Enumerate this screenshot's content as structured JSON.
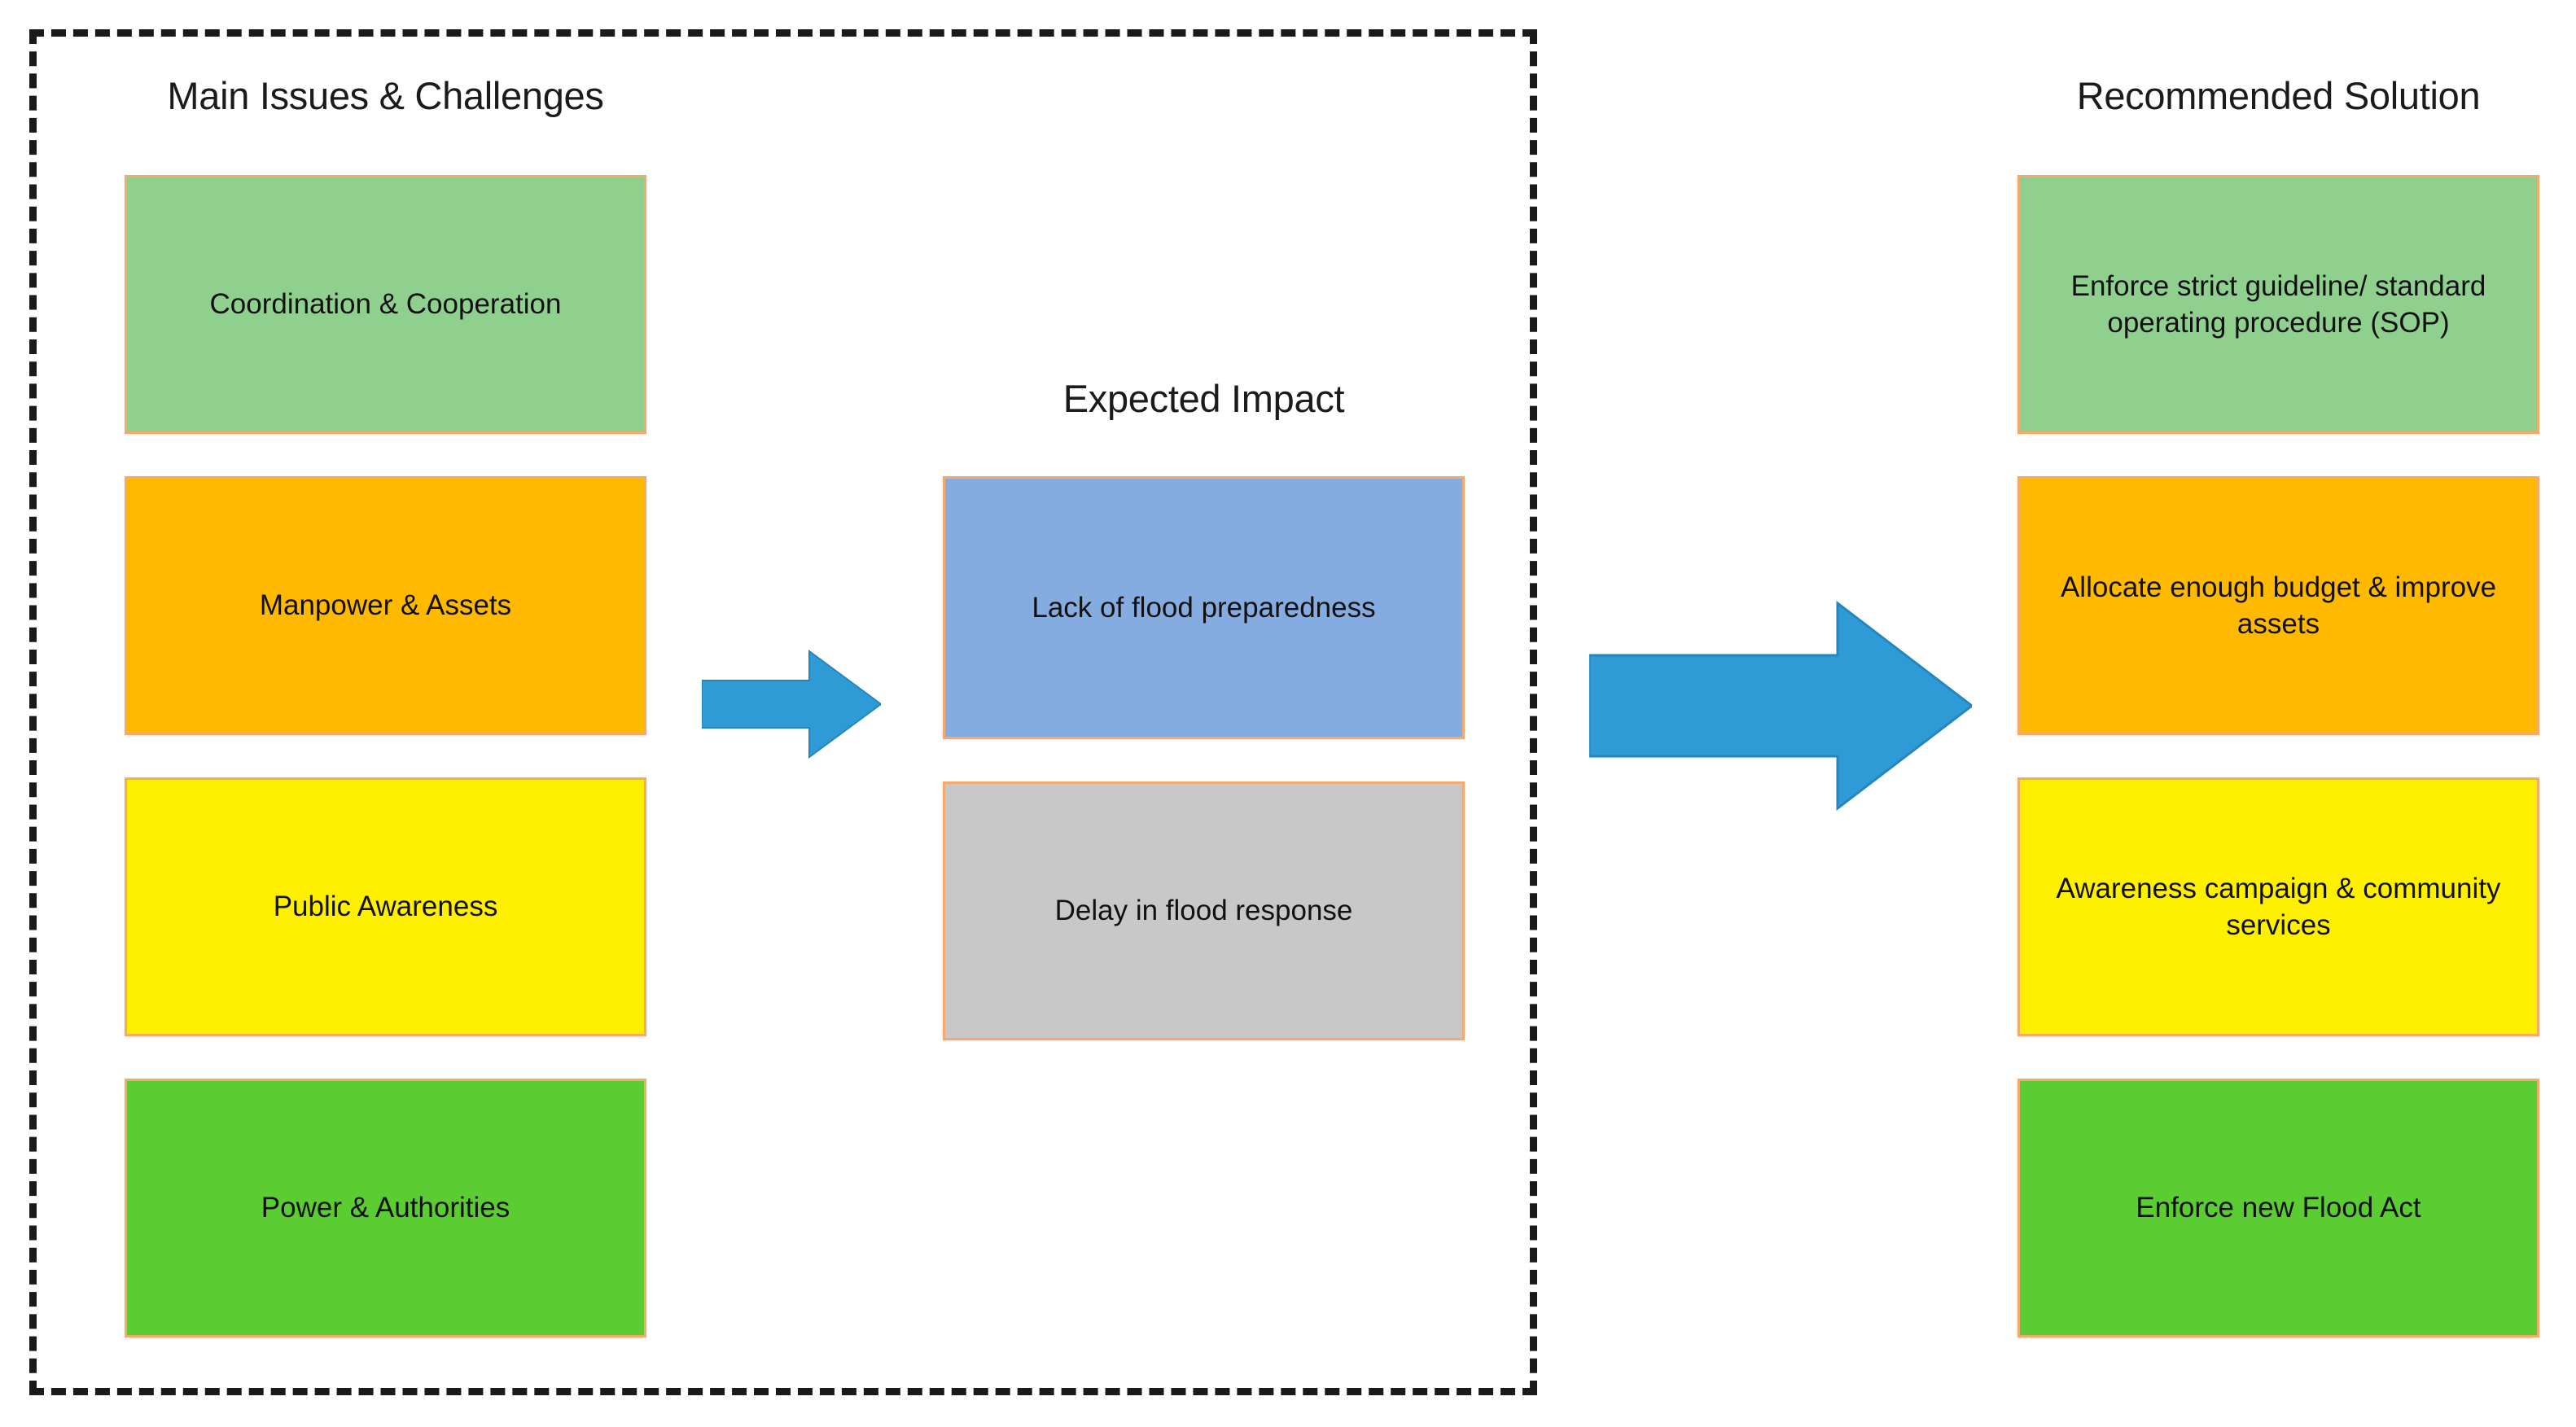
{
  "diagram": {
    "title_issues": "Main Issues & Challenges",
    "title_impact": "Expected Impact",
    "title_solution": "Recommended Solution",
    "colors": {
      "box_border": "#F5A96B",
      "frame_dashed": "#1A1A1A",
      "arrow_blue": "#2E9BD6",
      "green_light": "#8FD08F",
      "orange_amber": "#FFB900",
      "yellow_bright": "#FFF000",
      "green_bright": "#5CCC33",
      "blue_light": "#85ACE0",
      "gray_light": "#C8C8C8"
    },
    "issues": [
      {
        "label": "Coordination & Cooperation",
        "fill": "#8FD08F"
      },
      {
        "label": "Manpower & Assets",
        "fill": "#FFB900"
      },
      {
        "label": "Public Awareness",
        "fill": "#FFF000"
      },
      {
        "label": "Power & Authorities",
        "fill": "#5CCC33"
      }
    ],
    "impacts": [
      {
        "label": "Lack of flood preparedness",
        "fill": "#85ACE0"
      },
      {
        "label": "Delay in flood response",
        "fill": "#C8C8C8"
      }
    ],
    "solutions": [
      {
        "label": "Enforce strict guideline/ standard operating procedure (SOP)",
        "fill": "#8FD08F"
      },
      {
        "label": "Allocate enough budget & improve assets",
        "fill": "#FFB900"
      },
      {
        "label": "Awareness campaign & community services",
        "fill": "#FFF000"
      },
      {
        "label": "Enforce new Flood Act",
        "fill": "#5CCC33"
      }
    ],
    "arrows": [
      {
        "name": "issues-to-impact-arrow",
        "direction": "right"
      },
      {
        "name": "impact-to-solution-arrow",
        "direction": "right"
      }
    ]
  }
}
